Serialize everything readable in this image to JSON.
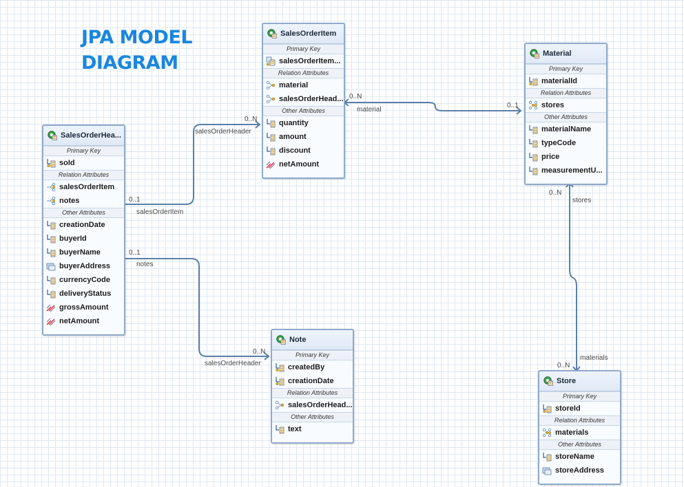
{
  "title": {
    "line1": "JPA MODEL",
    "line2": "DIAGRAM"
  },
  "entities": {
    "soh": {
      "name": "SalesOrderHea...",
      "pk_label": "Primary Key",
      "pk": [
        "soId"
      ],
      "rel_label": "Relation Attributes",
      "rel": [
        "salesOrderItem",
        "notes"
      ],
      "other_label": "Other Attributes",
      "other": [
        "creationDate",
        "buyerId",
        "buyerName",
        "buyerAddress",
        "currencyCode",
        "deliveryStatus",
        "grossAmount",
        "netAmount"
      ]
    },
    "soi": {
      "name": "SalesOrderItem",
      "pk_label": "Primary Key",
      "pk": [
        "salesOrderItem..."
      ],
      "rel_label": "Relation Attributes",
      "rel": [
        "material",
        "salesOrderHead..."
      ],
      "other_label": "Other Attributes",
      "other": [
        "quantity",
        "amount",
        "discount",
        "netAmount"
      ]
    },
    "material": {
      "name": "Material",
      "pk_label": "Primary Key",
      "pk": [
        "materialId"
      ],
      "rel_label": "Relation Attributes",
      "rel": [
        "stores"
      ],
      "other_label": "Other Attributes",
      "other": [
        "materialName",
        "typeCode",
        "price",
        "measurementU..."
      ]
    },
    "note": {
      "name": "Note",
      "pk_label": "Primary Key",
      "pk": [
        "createdBy",
        "creationDate"
      ],
      "rel_label": "Relation Attributes",
      "rel": [
        "salesOrderHead..."
      ],
      "other_label": "Other Attributes",
      "other": [
        "text"
      ]
    },
    "store": {
      "name": "Store",
      "pk_label": "Primary Key",
      "pk": [
        "storeId"
      ],
      "rel_label": "Relation Attributes",
      "rel": [
        "materials"
      ],
      "other_label": "Other Attributes",
      "other": [
        "storeName",
        "storeAddress"
      ]
    }
  },
  "links": {
    "soh_soi": {
      "mult_soh": "0..1",
      "role_soh": "salesOrderItem",
      "mult_soi": "0..N",
      "role_soi": "salesOrderHeader"
    },
    "soh_note": {
      "mult_soh": "0..1",
      "role_soh": "notes",
      "mult_note": "0..N",
      "role_note": "salesOrderHeader"
    },
    "soi_material": {
      "mult_soi": "0..N",
      "role_soi": "material",
      "mult_material": "0..1"
    },
    "material_store": {
      "mult_material": "0..N",
      "role_material": "stores",
      "mult_store": "0..N",
      "role_store": "materials"
    }
  },
  "icons": {
    "entity": "entity-icon",
    "primary_key": "key-icon",
    "relation_many": "relation-many-icon",
    "relation_one": "relation-one-icon",
    "basic": "basic-attribute-icon",
    "embedded": "embedded-attribute-icon",
    "transient": "transient-attribute-icon"
  },
  "colors": {
    "title": "#1a86e0",
    "border": "#8faacb",
    "link": "#5a7fa8"
  }
}
